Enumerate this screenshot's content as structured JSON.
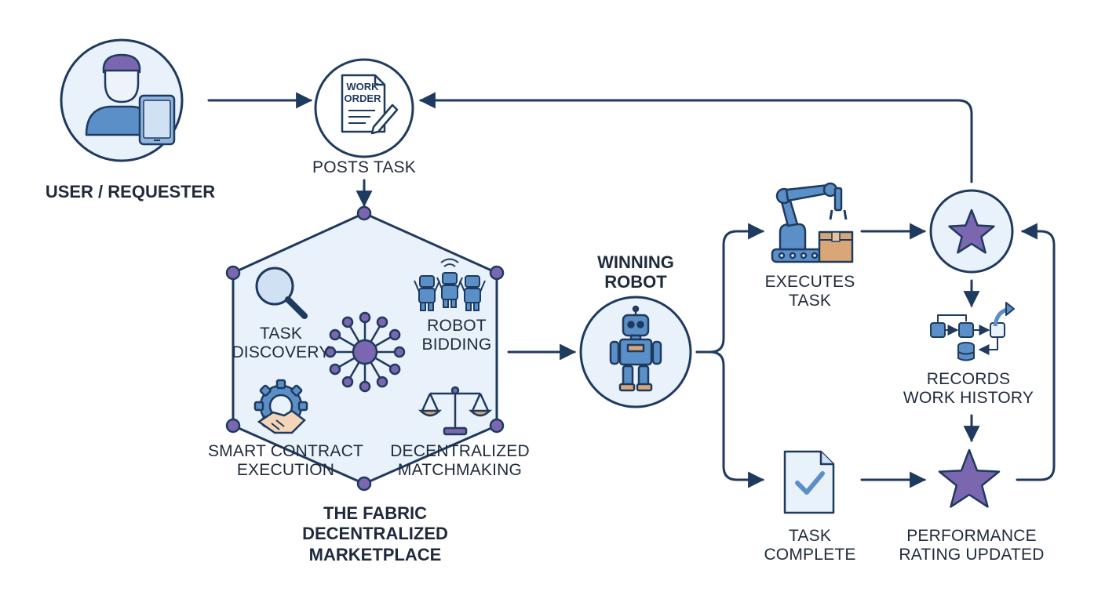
{
  "colors": {
    "line": "#1f3a5f",
    "fill_light": "#e9f1fa",
    "icon_blue": "#5b8fc7",
    "purple": "#7a67b0",
    "box_tan": "#d9a777"
  },
  "nodes": {
    "user": {
      "label": "USER / REQUESTER",
      "icon": "user-tablet-icon"
    },
    "post": {
      "label": "POSTS TASK",
      "icon": "work-order-icon",
      "doc_line1": "WORK",
      "doc_line2": "ORDER"
    },
    "fabric": {
      "title_lines": [
        "THE FABRIC",
        "DECENTRALIZED",
        "MARKETPLACE"
      ],
      "steps": {
        "discovery": [
          "TASK",
          "DISCOVERY"
        ],
        "bidding": [
          "ROBOT",
          "BIDDING"
        ],
        "matchmaking": [
          "DECENTRALIZED",
          "MATCHMAKING"
        ],
        "contract": [
          "SMART CONTRACT",
          "EXECUTION"
        ]
      }
    },
    "winner": {
      "label_lines": [
        "WINNING",
        "ROBOT"
      ],
      "icon": "robot-icon"
    },
    "execute": {
      "label_lines": [
        "EXECUTES",
        "TASK"
      ],
      "icon": "robot-arm-icon"
    },
    "complete": {
      "label_lines": [
        "TASK",
        "COMPLETE"
      ],
      "icon": "checklist-doc-icon"
    },
    "records": {
      "label_lines": [
        "RECORDS",
        "WORK HISTORY"
      ],
      "icon": "workflow-database-icon"
    },
    "rating": {
      "label_lines": [
        "PERFORMANCE",
        "RATING UPDATED"
      ],
      "icon": "star-icon"
    },
    "reputation": {
      "icon": "star-circle-icon"
    }
  }
}
